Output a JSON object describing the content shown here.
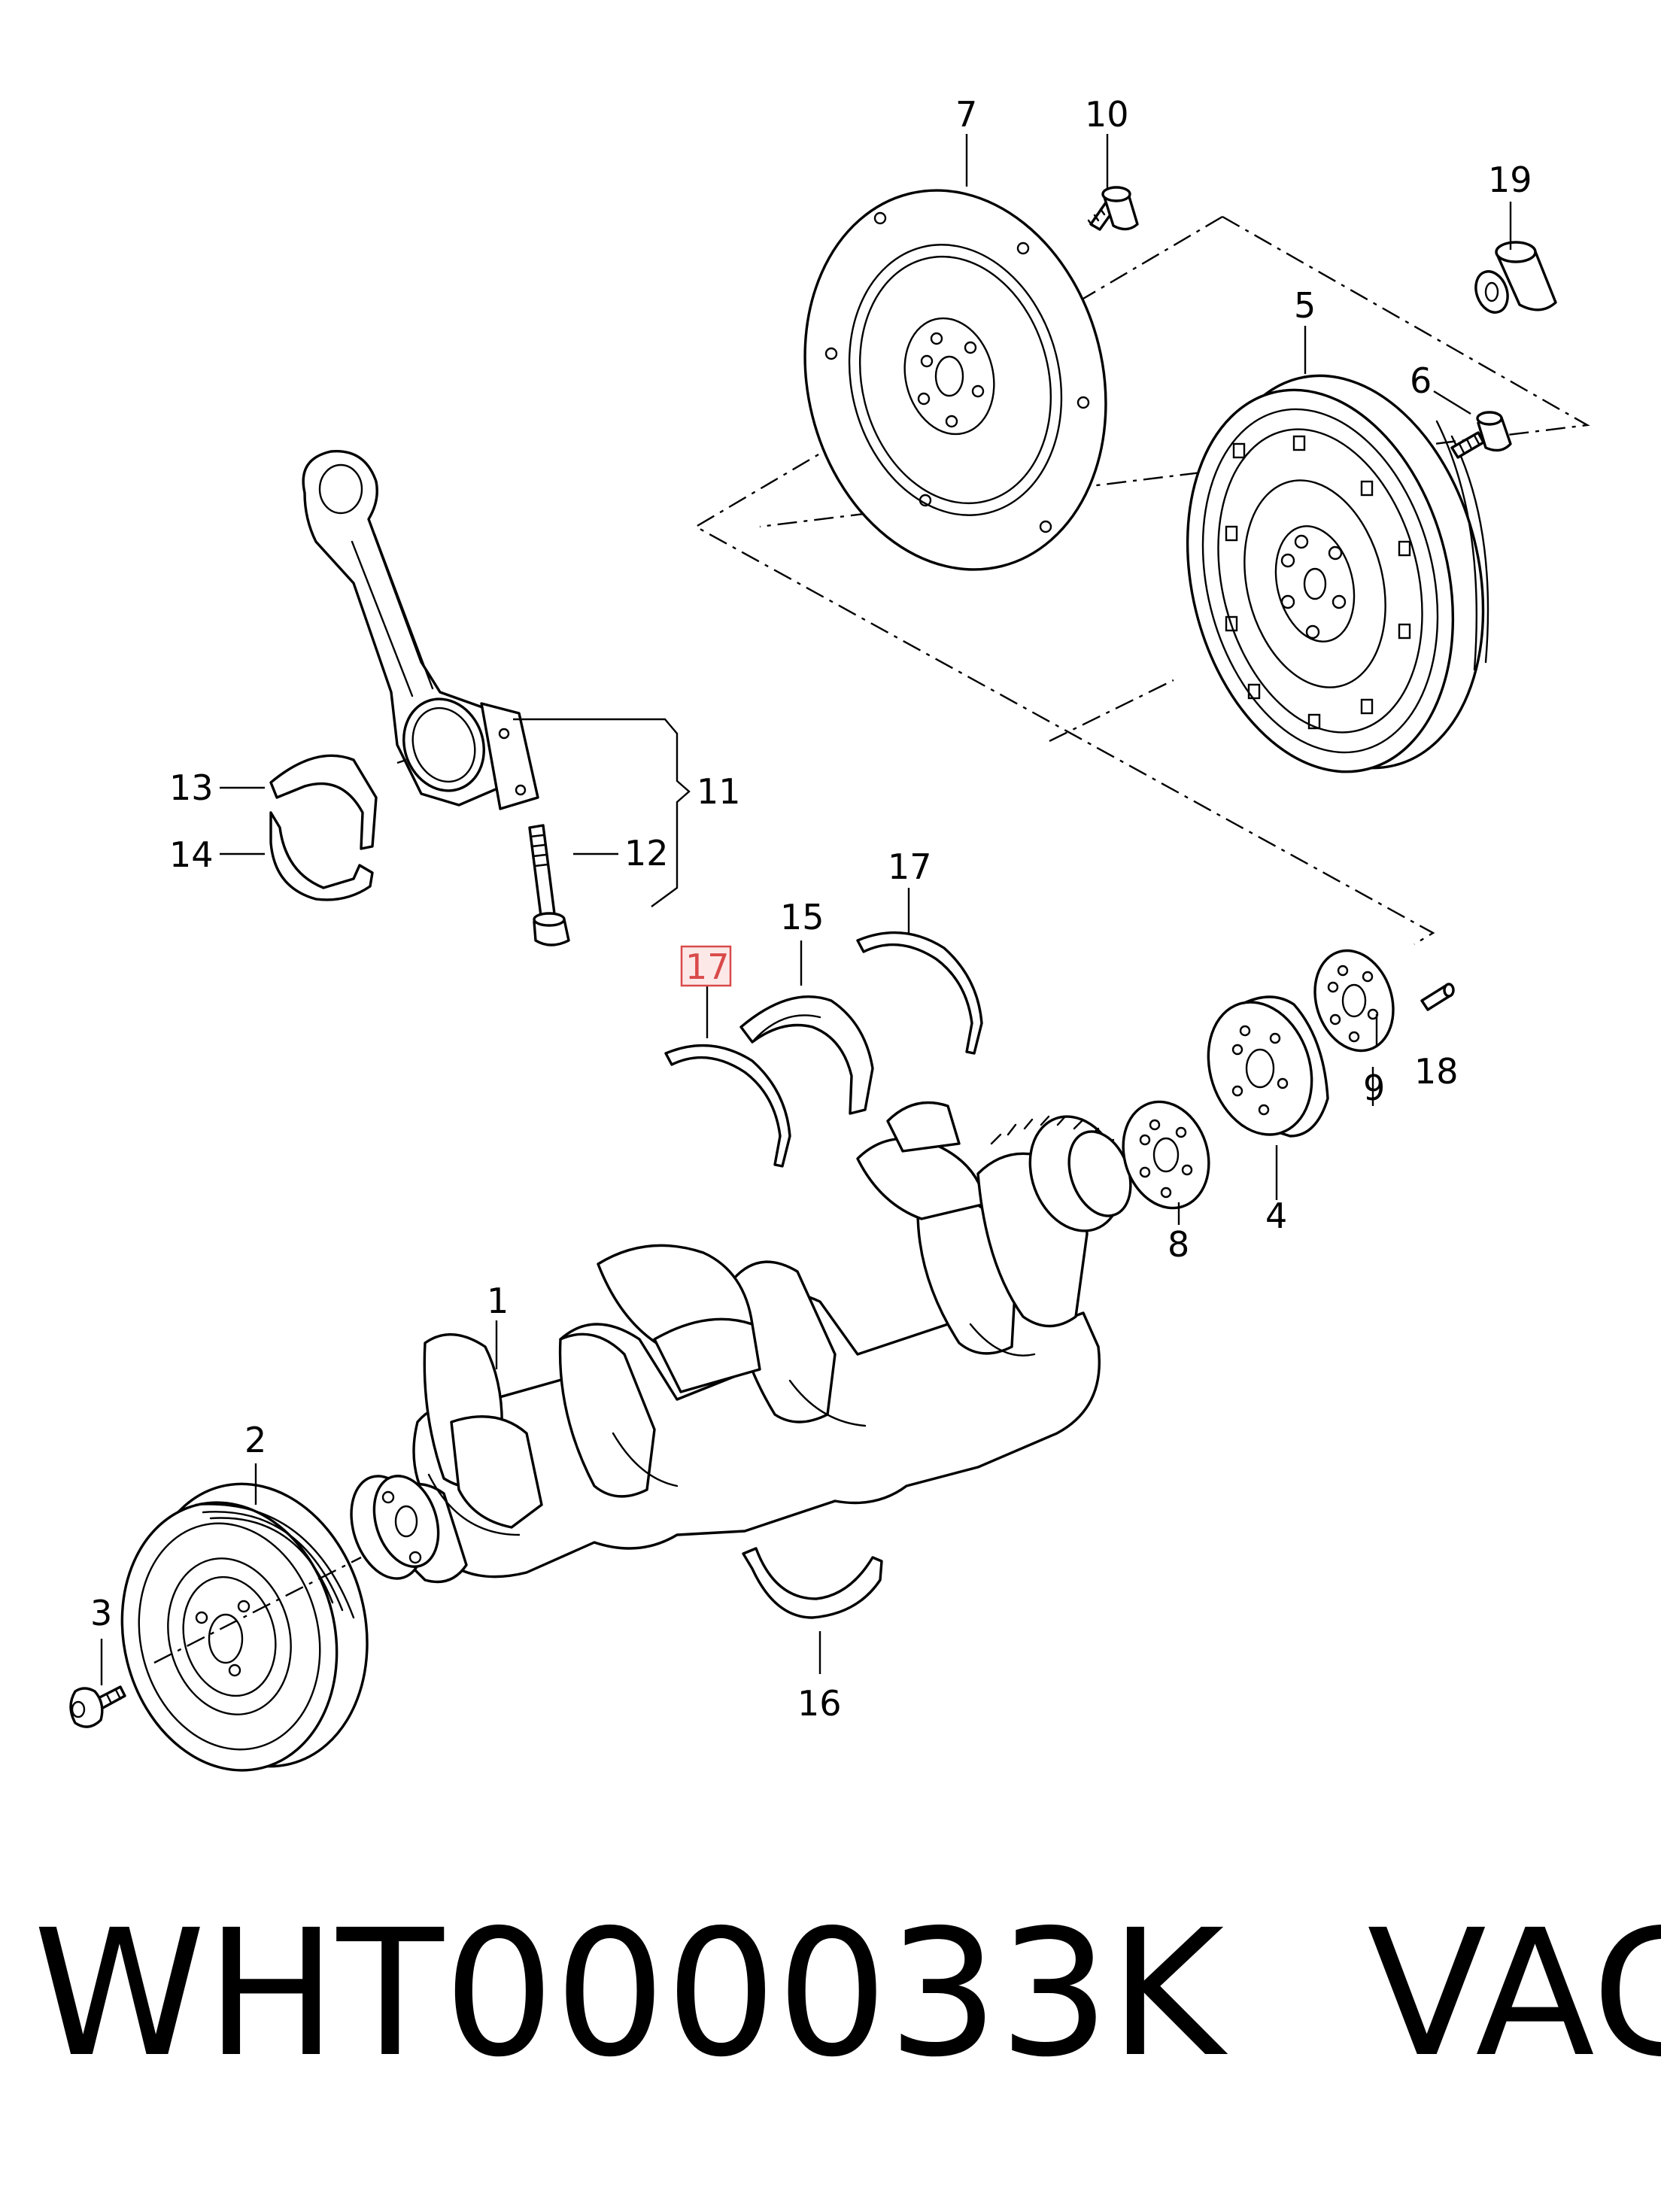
{
  "callouts": {
    "c1": "1",
    "c2": "2",
    "c3": "3",
    "c4": "4",
    "c5": "5",
    "c6": "6",
    "c7": "7",
    "c8": "8",
    "c9": "9",
    "c10": "10",
    "c11": "11",
    "c12": "12",
    "c13": "13",
    "c14": "14",
    "c15": "15",
    "c16": "16",
    "c17_top": "17",
    "c17_highlight": "17",
    "c18": "18",
    "c19": "19"
  },
  "caption": {
    "part_number": "WHT000033K",
    "brand": "VAG"
  },
  "colors": {
    "highlight_fill": "#fde8e8",
    "highlight_stroke": "#d94a4a",
    "line": "#000000"
  }
}
